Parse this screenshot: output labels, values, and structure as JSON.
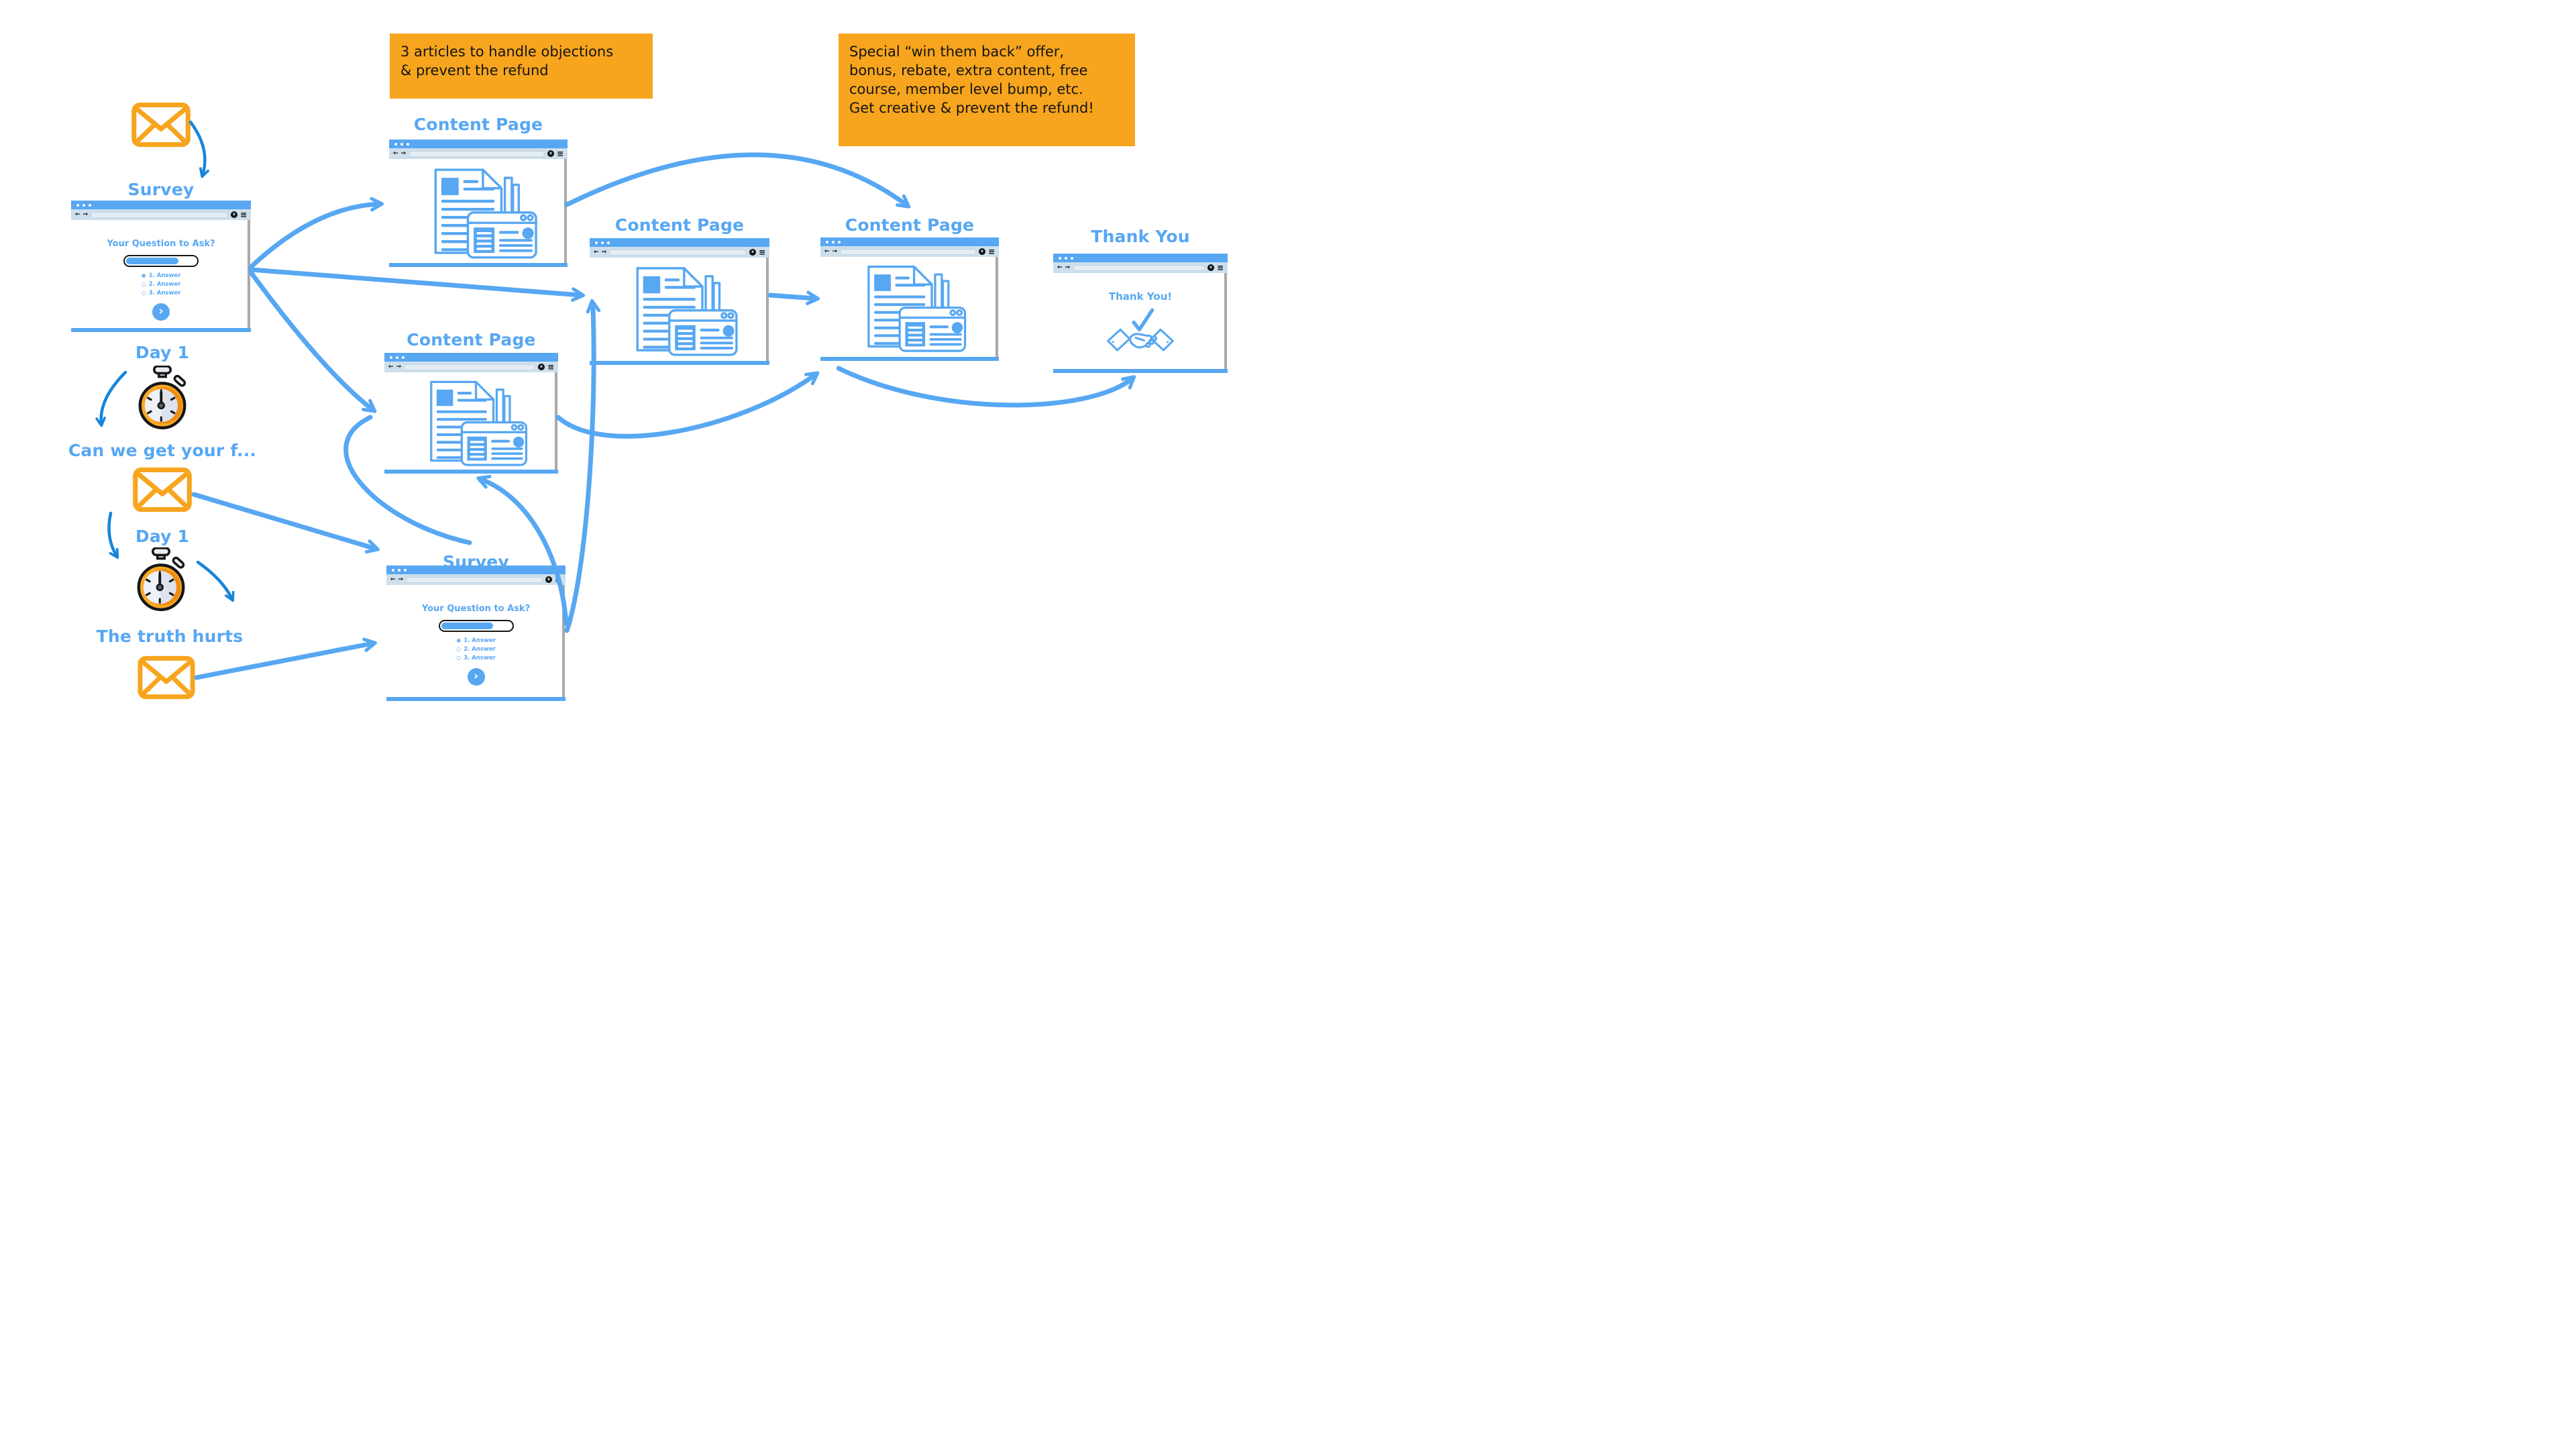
{
  "colors": {
    "accent_blue": "#57a7f2",
    "dark_arrow_blue": "#1685da",
    "orange": "#f7a51e",
    "window_titlebar_blue": "#57a7f2",
    "toolbar_bg": "#cddfec",
    "scrollbar_gray": "#a9a9a9",
    "timer_orange": "#f9a826",
    "text_black": "#141414"
  },
  "annotations": {
    "note1": {
      "line1": "3 articles to handle objections",
      "line2": "& prevent the refund"
    },
    "note2": {
      "line1": "Special “win them back” offer,",
      "line2": "bonus, rebate, extra content, free",
      "line3": "course, member level bump, etc.",
      "line4": "Get creative & prevent the refund!"
    }
  },
  "labels": {
    "survey1": "Survey",
    "day1_first": "Day 1",
    "feedback_email": "Can we get your f...",
    "day1_second": "Day 1",
    "truth_email": "The truth hurts",
    "content_top": "Content Page",
    "content_left": "Content Page",
    "content_mid": "Content Page",
    "content_right": "Content Page",
    "survey2": "Survey",
    "thankyou": "Thank You"
  },
  "survey_page": {
    "question": "Your Question to Ask?",
    "answer1": "1. Answer",
    "answer2": "2. Answer",
    "answer3": "3. Answer",
    "radio_selected": "◉",
    "radio_unselected": "○",
    "next_glyph": "›"
  },
  "thankyou_page": {
    "heading": "Thank You!"
  },
  "chrome": {
    "back": "←",
    "forward": "→",
    "close": "x",
    "menu": "≡"
  }
}
